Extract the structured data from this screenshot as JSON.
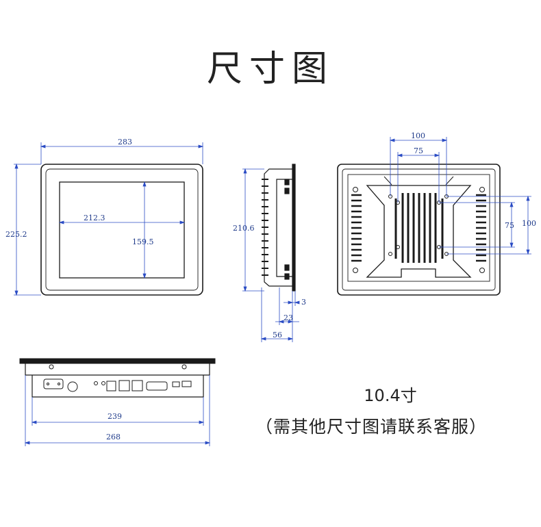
{
  "title": "尺寸图",
  "front_view": {
    "width": "283",
    "height": "225.2",
    "screen_width": "212.3",
    "screen_height": "159.5"
  },
  "side_view": {
    "height": "210.6",
    "bezel": "3",
    "depth_front": "23",
    "depth_total": "56"
  },
  "rear_view": {
    "vesa_outer_h": "100",
    "vesa_inner_h": "75",
    "vesa_inner_v": "75",
    "vesa_outer_v": "100"
  },
  "bottom_view": {
    "cutout_width": "239",
    "total_width": "268"
  },
  "size_label": "10.4寸",
  "contact_note": "（需其他尺寸图请联系客服）",
  "colors": {
    "dimension_text": "#1e3a8a",
    "dimension_line": "#2b4cc4",
    "outline": "#1a1a1a"
  }
}
